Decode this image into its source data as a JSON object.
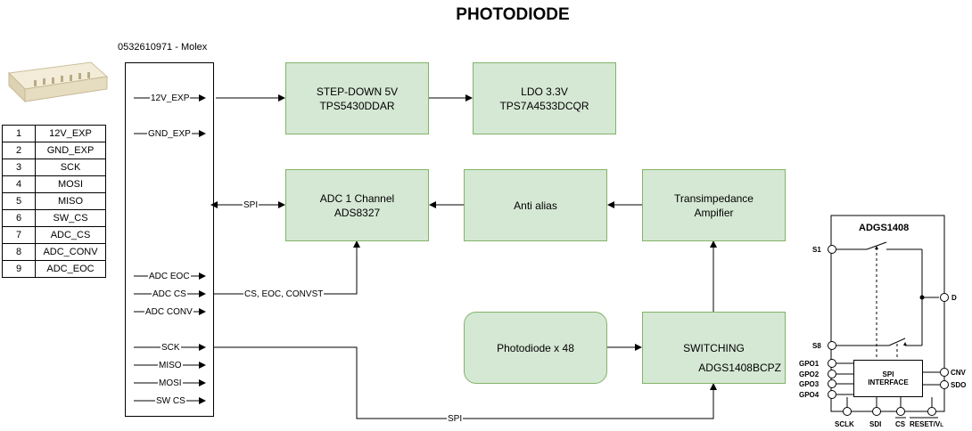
{
  "title": "PHOTODIODE",
  "molex_label": "0532610971 - Molex",
  "pin_table": [
    {
      "num": "1",
      "name": "12V_EXP"
    },
    {
      "num": "2",
      "name": "GND_EXP"
    },
    {
      "num": "3",
      "name": "SCK"
    },
    {
      "num": "4",
      "name": "MOSI"
    },
    {
      "num": "5",
      "name": "MISO"
    },
    {
      "num": "6",
      "name": "SW_CS"
    },
    {
      "num": "7",
      "name": "ADC_CS"
    },
    {
      "num": "8",
      "name": "ADC_CONV"
    },
    {
      "num": "9",
      "name": "ADC_EOC"
    }
  ],
  "connector_pins": {
    "p12v": "12V_EXP",
    "gnd": "GND_EXP",
    "spi": "SPI",
    "adc_eoc": "ADC EOC",
    "adc_cs": "ADC CS",
    "adc_conv": "ADC CONV",
    "sck": "SCK",
    "miso": "MISO",
    "mosi": "MOSI",
    "sw_cs": "SW CS"
  },
  "blocks": {
    "stepdown": {
      "line1": "STEP-DOWN 5V",
      "line2": "TPS5430DDAR"
    },
    "ldo": {
      "line1": "LDO 3.3V",
      "line2": "TPS7A4533DCQR"
    },
    "adc": {
      "line1": "ADC 1 Channel",
      "line2": "ADS8327"
    },
    "antialias": {
      "line1": "Anti alias"
    },
    "tia": {
      "line1": "Transimpedance",
      "line2": "Ampifier"
    },
    "photodiode": {
      "line1": "Photodiode x 48"
    },
    "switching": {
      "line1": "SWITCHING",
      "line2": "ADGS1408BCPZ"
    }
  },
  "wire_labels": {
    "adc_control": "CS, EOC, CONVST",
    "spi_bottom": "SPI"
  },
  "chip": {
    "name": "ADGS1408",
    "pins": {
      "s1": "S1",
      "s8": "S8",
      "d": "D",
      "gpo1": "GPO1",
      "gpo2": "GPO2",
      "gpo3": "GPO3",
      "gpo4": "GPO4",
      "cnv": "CNV",
      "sdo": "SDO",
      "sclk": "SCLK",
      "sdi": "SDI",
      "cs": "CS",
      "reset": "RESET/V",
      "reset_sub": "L"
    },
    "interface_line1": "SPI",
    "interface_line2": "INTERFACE"
  }
}
